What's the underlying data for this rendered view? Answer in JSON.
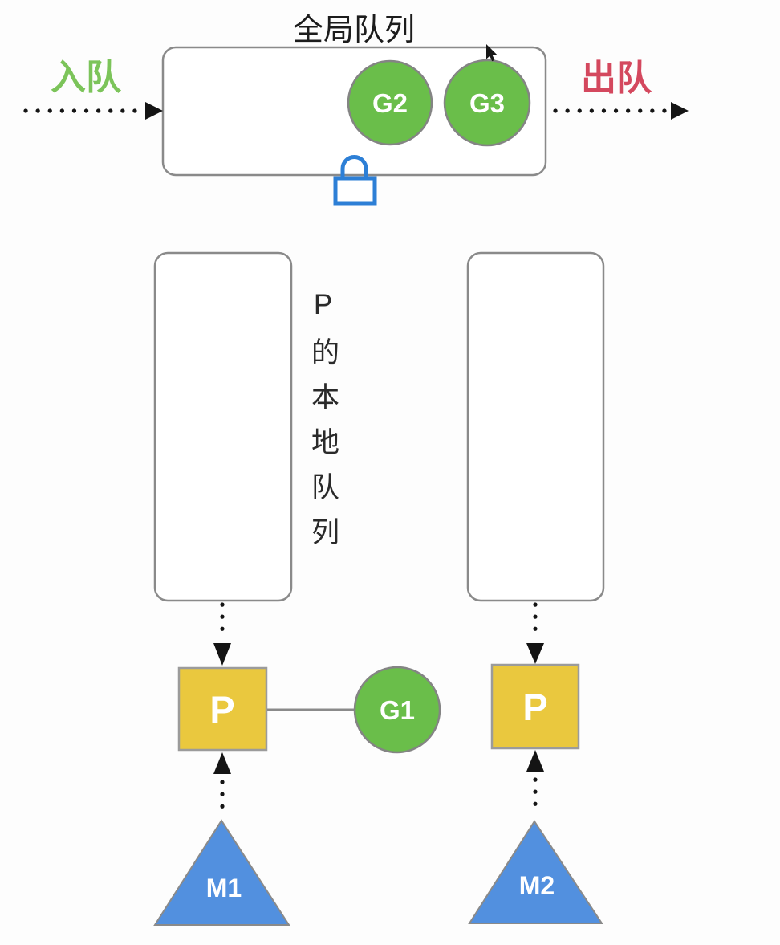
{
  "colors": {
    "goroutine_green": "#6abe4a",
    "processor_yellow": "#eac83e",
    "machine_blue": "#5290df",
    "enqueue_green": "#7cc45a",
    "dequeue_red": "#d4485e",
    "lock_blue": "#2d7fd6",
    "outline_gray": "#8a8a8a",
    "arrow_black": "#141414"
  },
  "global_queue": {
    "title": "全局队列",
    "enqueue_label": "入队",
    "dequeue_label": "出队",
    "goroutines": [
      {
        "label": "G2"
      },
      {
        "label": "G3"
      }
    ]
  },
  "local_queues": {
    "label": "P的本地队列"
  },
  "processors": [
    {
      "label": "P"
    },
    {
      "label": "P"
    }
  ],
  "goroutine_running": {
    "label": "G1"
  },
  "machines": [
    {
      "label": "M1"
    },
    {
      "label": "M2"
    }
  ]
}
